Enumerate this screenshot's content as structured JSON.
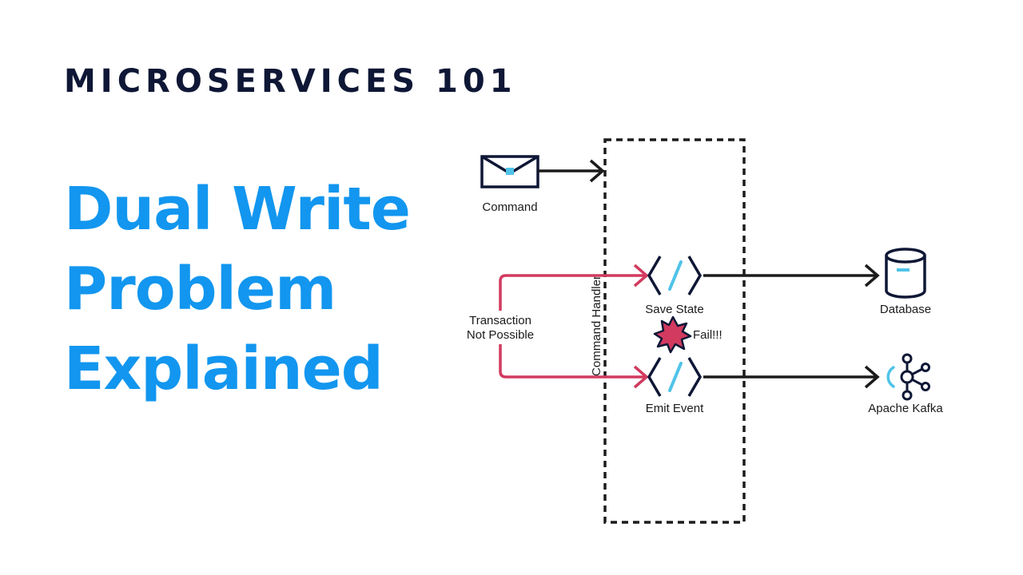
{
  "header": {
    "series": "MICROSERVICES 101",
    "title_lines": [
      "Dual Write",
      "Problem",
      "Explained"
    ]
  },
  "diagram": {
    "command_label": "Command",
    "container_label": "Command Handler",
    "transaction_label_line1": "Transaction",
    "transaction_label_line2": "Not Possible",
    "save_state_label": "Save State",
    "emit_event_label": "Emit Event",
    "fail_label": "Fail!!!",
    "database_label": "Database",
    "kafka_label": "Apache Kafka"
  },
  "colors": {
    "navy": "#0e1735",
    "accent_blue": "#1296ef",
    "cyan": "#4fc3e8",
    "error_red": "#d23a5f",
    "line": "#1b1b1b"
  },
  "icons": {
    "command": "envelope-icon",
    "service": "code-brackets-icon",
    "database": "database-cylinder-icon",
    "kafka": "kafka-icon",
    "fail": "explosion-icon"
  }
}
